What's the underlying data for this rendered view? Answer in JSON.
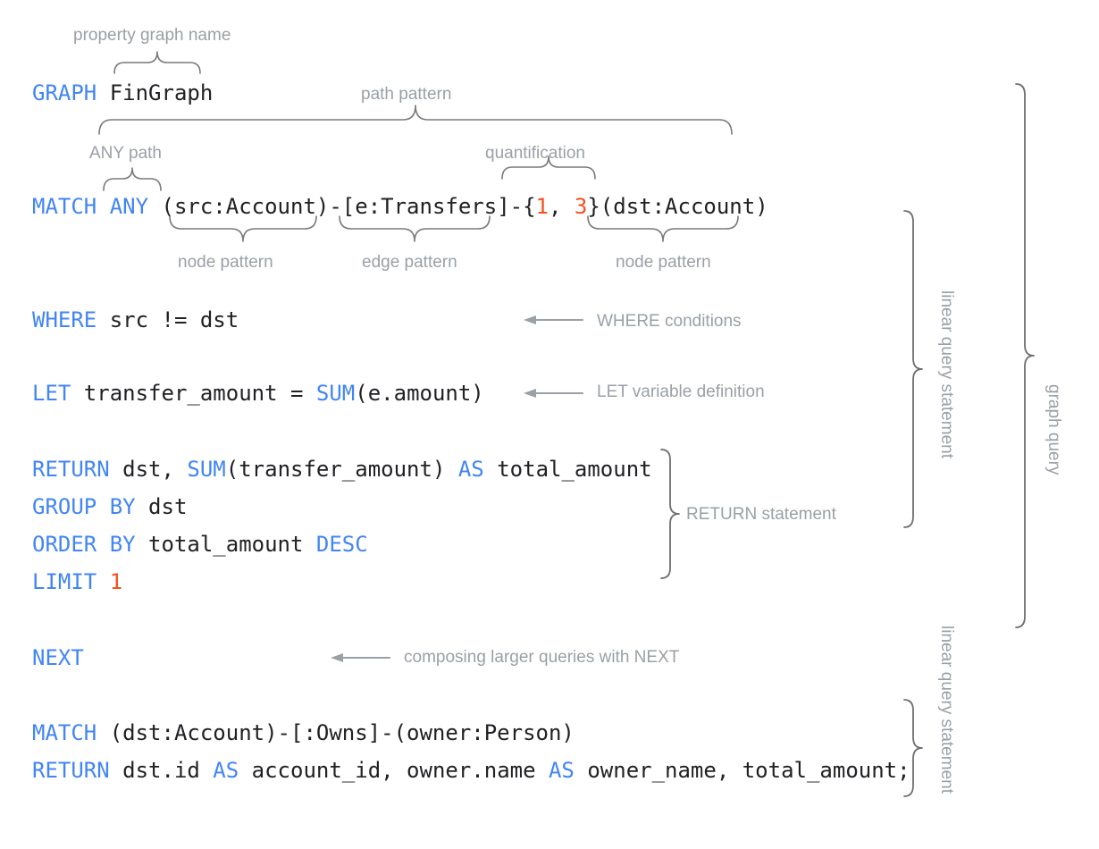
{
  "colors": {
    "keyword": "#4285f4",
    "number": "#f4511e",
    "text": "#202124",
    "annotation": "#9aa0a6",
    "brace": "#7a7a7a",
    "background": "#ffffff"
  },
  "code": {
    "line_graph": [
      {
        "t": "GRAPH",
        "c": "kw"
      },
      {
        "t": " FinGraph",
        "c": ""
      }
    ],
    "line_match": [
      {
        "t": "MATCH",
        "c": "kw"
      },
      {
        "t": " ",
        "c": ""
      },
      {
        "t": "ANY",
        "c": "kw"
      },
      {
        "t": " (src:Account)-[e:Transfers]-{",
        "c": ""
      },
      {
        "t": "1",
        "c": "num"
      },
      {
        "t": ", ",
        "c": ""
      },
      {
        "t": "3",
        "c": "num"
      },
      {
        "t": "}(dst:Account)",
        "c": ""
      }
    ],
    "line_where": [
      {
        "t": "WHERE",
        "c": "kw"
      },
      {
        "t": " src != dst",
        "c": ""
      }
    ],
    "line_let": [
      {
        "t": "LET",
        "c": "kw"
      },
      {
        "t": " transfer_amount = ",
        "c": ""
      },
      {
        "t": "SUM",
        "c": "kw"
      },
      {
        "t": "(e.amount)",
        "c": ""
      }
    ],
    "line_return": [
      {
        "t": "RETURN",
        "c": "kw"
      },
      {
        "t": " dst, ",
        "c": ""
      },
      {
        "t": "SUM",
        "c": "kw"
      },
      {
        "t": "(transfer_amount) ",
        "c": ""
      },
      {
        "t": "AS",
        "c": "kw"
      },
      {
        "t": " total_amount",
        "c": ""
      }
    ],
    "line_group": [
      {
        "t": "GROUP BY",
        "c": "kw"
      },
      {
        "t": " dst",
        "c": ""
      }
    ],
    "line_order": [
      {
        "t": "ORDER BY",
        "c": "kw"
      },
      {
        "t": " total_amount ",
        "c": ""
      },
      {
        "t": "DESC",
        "c": "kw"
      }
    ],
    "line_limit": [
      {
        "t": "LIMIT",
        "c": "kw"
      },
      {
        "t": " ",
        "c": ""
      },
      {
        "t": "1",
        "c": "num"
      }
    ],
    "line_next": [
      {
        "t": "NEXT",
        "c": "kw"
      }
    ],
    "line_match2": [
      {
        "t": "MATCH",
        "c": "kw"
      },
      {
        "t": " (dst:Account)-[:Owns]-(owner:Person)",
        "c": ""
      }
    ],
    "line_return2": [
      {
        "t": "RETURN",
        "c": "kw"
      },
      {
        "t": " dst.id ",
        "c": ""
      },
      {
        "t": "AS",
        "c": "kw"
      },
      {
        "t": " account_id, owner.name ",
        "c": ""
      },
      {
        "t": "AS",
        "c": "kw"
      },
      {
        "t": " owner_name, total_amount;",
        "c": ""
      }
    ],
    "plain": {
      "line_graph": "GRAPH FinGraph",
      "line_match": "MATCH ANY (src:Account)-[e:Transfers]-{1, 3}(dst:Account)",
      "line_where": "WHERE src != dst",
      "line_let": "LET transfer_amount = SUM(e.amount)",
      "line_return": "RETURN dst, SUM(transfer_amount) AS total_amount",
      "line_group": "GROUP BY dst",
      "line_order": "ORDER BY total_amount DESC",
      "line_limit": "LIMIT 1",
      "line_next": "NEXT",
      "line_match2": "MATCH (dst:Account)-[:Owns]-(owner:Person)",
      "line_return2": "RETURN dst.id AS account_id, owner.name AS owner_name, total_amount;"
    }
  },
  "annotations": {
    "property_graph_name": "property graph name",
    "path_pattern": "path pattern",
    "any_path": "ANY path",
    "quantification": "quantification",
    "node_pattern_src": "node pattern",
    "edge_pattern": "edge pattern",
    "node_pattern_dst": "node pattern",
    "where_conditions": "WHERE conditions",
    "let_variable_definition": "LET variable definition",
    "return_statement": "RETURN statement",
    "composing_with_next": "composing larger queries with NEXT",
    "linear_query_statement_1": "linear query statement",
    "linear_query_statement_2": "linear query statement",
    "graph_query": "graph query"
  }
}
